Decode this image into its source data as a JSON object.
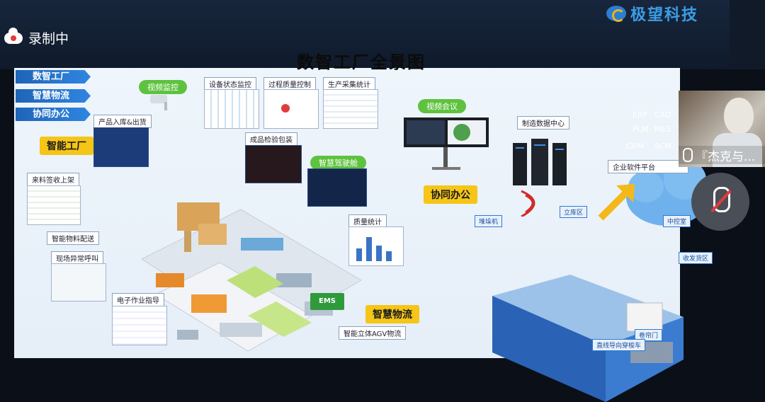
{
  "recording": {
    "label": "录制中"
  },
  "logo": {
    "text": "极望科技"
  },
  "slide": {
    "title": "数智工厂全景图",
    "nav": [
      "数智工厂",
      "智慧物流",
      "协同办公"
    ],
    "section_labels": {
      "factory": "智能工厂",
      "office": "协同办公",
      "logistics": "智慧物流"
    },
    "green_tags": {
      "monitor": "视频监控",
      "meeting": "视频会议",
      "driving": "智慧驾驶舱"
    },
    "labels": {
      "equipment": "设备状态监控",
      "process": "过程质量控制",
      "production": "生产采集统计",
      "inout": "产品入库&出货",
      "finished": "成品检验包装",
      "incoming": "来料签收上架",
      "material": "智能物料配送",
      "exception": "现场异常呼叫",
      "electronic": "电子作业指导",
      "quality": "质量统计",
      "datacenter": "制造数据中心",
      "agv": "智能立体AGV物流",
      "software": "企业软件平台"
    },
    "warehouse_tags": [
      "堆垛机",
      "立库区",
      "中控室",
      "收发货区",
      "卷帘门",
      "直线导向穿梭车"
    ],
    "ems": "EMS",
    "cloud_items": [
      "ERP",
      "CAD",
      "PLM",
      "MES",
      "CRM",
      "SCM"
    ]
  },
  "participant": {
    "name": "『杰克与..."
  },
  "colors": {
    "nav_blue": "#1f64b8",
    "accent_yellow": "#f5c518",
    "green": "#5ec23e",
    "mute_red": "#e23b3b"
  }
}
